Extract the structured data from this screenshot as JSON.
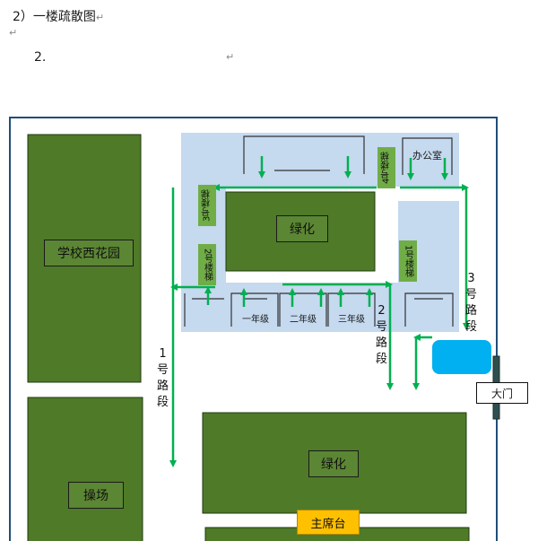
{
  "document": {
    "heading": "2）一楼疏散图",
    "list_item": "2.",
    "para_mark": "↵"
  },
  "map": {
    "west_garden": "学校西花园",
    "playground": "操场",
    "greenery_top": "绿化",
    "greenery_bottom": "绿化",
    "office": "办公室",
    "gate": "大门",
    "rostrum": "主席台",
    "grades": [
      "一年级",
      "二年级",
      "三年级"
    ],
    "stairs": {
      "stair1": "1号楼梯",
      "stair2": "2号楼梯",
      "stair3": "3号楼梯",
      "stair4": "4号楼梯"
    },
    "roads": {
      "road1": [
        "1",
        "号",
        "路",
        "段"
      ],
      "road2": [
        "2",
        "号",
        "路",
        "段"
      ],
      "road3": [
        "3",
        "号",
        "路",
        "段"
      ]
    },
    "colors": {
      "field_green": "#4f7a28",
      "label_green": "#5b8633",
      "stair_green": "#70ad47",
      "building_blue": "#c5d9ef",
      "arrow_green": "#00b050",
      "frame_blue": "#1f4e79",
      "pond_blue": "#00b0f0",
      "rostrum_yellow": "#ffc000",
      "gate_dark": "#2e4f4f"
    }
  }
}
